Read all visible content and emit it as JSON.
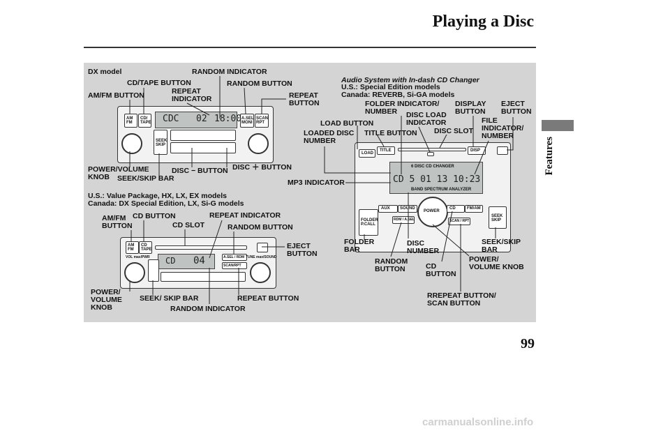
{
  "page": {
    "title": "Playing a Disc",
    "section": "Features",
    "page_number": "99",
    "footer": "carmanualsonline.info"
  },
  "dx": {
    "heading": "DX model",
    "labels": {
      "random_indicator": "RANDOM INDICATOR",
      "cd_tape_button": "CD/TAPE BUTTON",
      "random_button": "RANDOM BUTTON",
      "am_fm_button": "AM/FM BUTTON",
      "repeat_indicator": "REPEAT\nINDICATOR",
      "repeat_button": "REPEAT\nBUTTON",
      "power_volume_knob": "POWER/VOLUME\nKNOB",
      "seek_skip_bar": "SEEK/SKIP BAR",
      "disc_minus_button": "DISC − BUTTON",
      "disc_plus_button": "DISC ＋ BUTTON"
    },
    "display": {
      "mode": "CDC",
      "track": "02",
      "time": "18:00"
    },
    "buttons": {
      "am": "AM\nFM",
      "cd": "CD/\nTAPE",
      "asel": "A.SEL\nMONI",
      "scan": "SCAN\nRPT",
      "seek": "SEEK\nSKIP"
    }
  },
  "us": {
    "heading": "U.S.: Value Package, HX, LX, EX models\nCanada: DX Special Edition, LX, Si-G models",
    "labels": {
      "am_fm_button": "AM/FM\nBUTTON",
      "cd_button": "CD BUTTON",
      "cd_slot": "CD SLOT",
      "repeat_indicator": "REPEAT INDICATOR",
      "random_button": "RANDOM BUTTON",
      "eject_button": "EJECT\nBUTTON",
      "power_volume_knob": "POWER/\nVOLUME\nKNOB",
      "seek_skip_bar": "SEEK/ SKIP BAR",
      "repeat_button": "REPEAT BUTTON",
      "random_indicator": "RANDOM INDICATOR"
    },
    "display": {
      "mode": "CD",
      "track": "04"
    },
    "buttons": {
      "am": "AM\nFM",
      "cd": "CD\nTAPE",
      "vol": "VOL max/PWR",
      "tune": "TUNE max/SOUND",
      "asel": "A.SEL / RDM",
      "scan": "SCAN/RPT"
    }
  },
  "incash": {
    "heading": "Audio System with In-dash CD Changer",
    "subheading": "U.S.: Special Edition models\nCanada: REVERB, Si-GA models",
    "labels": {
      "folder_indicator": "FOLDER INDICATOR/\nNUMBER",
      "display_button": "DISPLAY\nBUTTON",
      "eject_button": "EJECT\nBUTTON",
      "disc_load_indicator": "DISC LOAD\nINDICATOR",
      "load_button": "LOAD BUTTON",
      "file_indicator": "FILE\nINDICATOR/\nNUMBER",
      "loaded_disc_number": "LOADED DISC\nNUMBER",
      "title_button": "TITLE BUTTON",
      "disc_slot": "DISC SLOT",
      "mp3_indicator": "MP3 INDICATOR",
      "folder_bar": "FOLDER\nBAR",
      "disc_number": "DISC\nNUMBER",
      "seek_skip_bar": "SEEK/SKIP\nBAR",
      "random_button": "RANDOM\nBUTTON",
      "cd_button": "CD\nBUTTON",
      "power_volume_knob": "POWER/\nVOLUME KNOB",
      "repeat_scan_button": "RREPEAT BUTTON/\nSCAN BUTTON"
    },
    "display": {
      "text": "CD 5 01 13 10:23",
      "banner": "6 DISC CD CHANGER",
      "analyzer": "BAND SPECTRUM ANALYZER"
    },
    "buttons": {
      "load": "LOAD",
      "title": "TITLE",
      "disp": "DISP",
      "aux": "AUX",
      "sound": "SOUND",
      "cd": "CD",
      "fmam": "FM/AM",
      "power": "POWER",
      "folder": "FOLDER\nP.CALL",
      "rdm": "RDM / A.SEL",
      "scan": "SCAN / RPT",
      "seek": "SEEK\nSKIP"
    }
  }
}
